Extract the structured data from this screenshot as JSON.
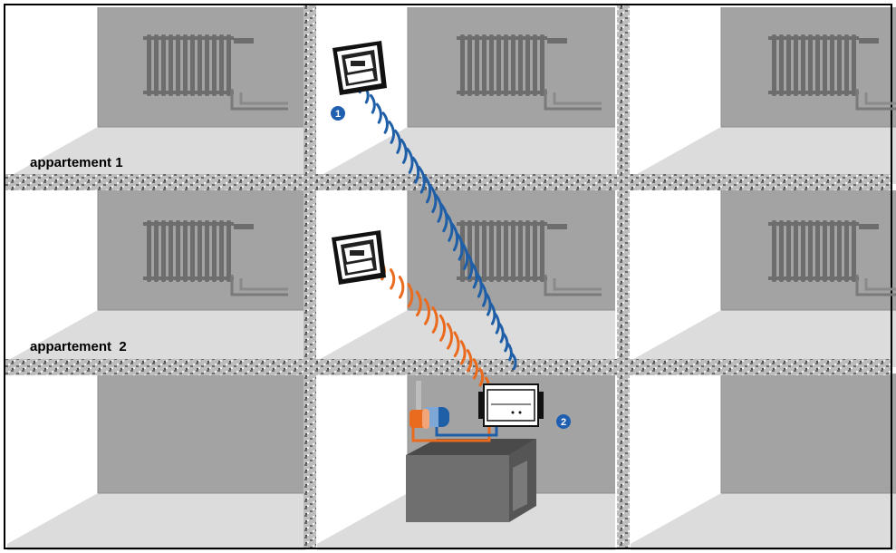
{
  "diagram": {
    "labels": {
      "apartment_1": "appartement 1",
      "apartment_2": "appartement  2"
    },
    "markers": {
      "marker_1": "1",
      "marker_2": "2"
    },
    "colors": {
      "wall_dark": "#a3a3a3",
      "wall_light": "#ffffff",
      "floor": "#dcdcdc",
      "concrete": "#9a9a9a",
      "radiator": "#6d6d6d",
      "signal_blue": "#1f5fa8",
      "signal_orange": "#ea6a1e",
      "marker": "#1f5fb0",
      "boiler": "#7a7a7a"
    },
    "icons": {
      "thermostat": "wall-thermostat-icon",
      "receiver": "boiler-receiver-icon",
      "boiler": "boiler-icon",
      "radiator": "radiator-icon",
      "valve": "valve-icon"
    }
  }
}
